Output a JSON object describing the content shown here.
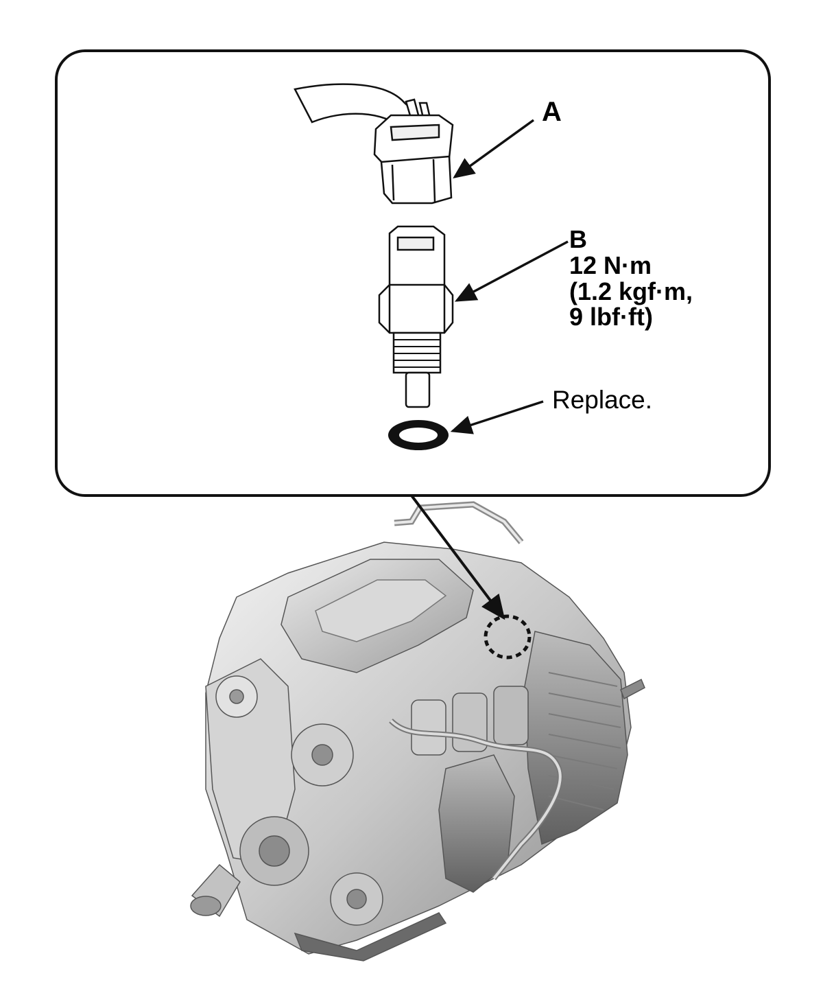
{
  "callouts": {
    "a": {
      "label": "A"
    },
    "b": {
      "label": "B",
      "torque_nm": "12 N·m",
      "torque_kgf": "(1.2 kgf·m,",
      "torque_lbf": "9 lbf·ft)"
    },
    "washer": {
      "note": "Replace."
    }
  },
  "colors": {
    "line": "#111111",
    "engine_light": "#e4e4e4",
    "engine_mid": "#b9b9b9",
    "engine_dark": "#6e6e6e"
  }
}
